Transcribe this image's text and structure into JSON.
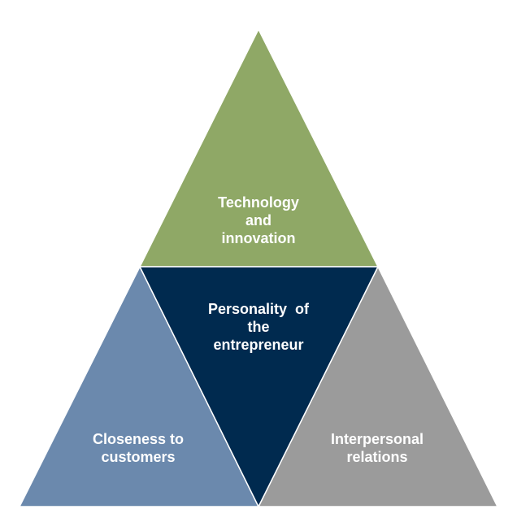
{
  "diagram": {
    "top": {
      "lines": [
        "Technology",
        "and",
        "innovation"
      ],
      "color": "#8fa866"
    },
    "center": {
      "lines": [
        "Personality  of",
        "the",
        "entrepreneur"
      ],
      "color": "#002a4f"
    },
    "left": {
      "lines": [
        "Closeness to",
        "customers"
      ],
      "color": "#6b89ad"
    },
    "right": {
      "lines": [
        "Interpersonal",
        "relations"
      ],
      "color": "#9b9b9b"
    }
  }
}
